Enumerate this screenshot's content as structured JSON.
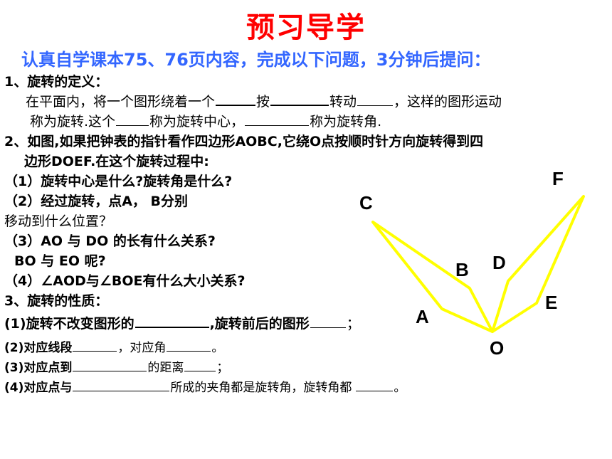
{
  "title": "预习导学",
  "instruction": "认真自学课本75、76页内容，完成以下问题，3分钟后提问：",
  "q1": {
    "heading": "1、旋转的定义：",
    "l1a": "在平面内，将一个图形绕着一个",
    "l1b": "按",
    "l1c": "转动",
    "l1d": "，这样的图形运动",
    "l2a": "称为旋转.这个",
    "l2b": "称为旋转中心，",
    "l2c": "称为旋转角."
  },
  "q2": {
    "intro1": "2、如图,如果把钟表的指针看作四边形AOBC,它绕O点按顺时针方向旋转得到四",
    "intro2": "边形DOEF.在这个旋转过程中:",
    "s1": "（1）旋转中心是什么?旋转角是什么?",
    "s2a": "（2）经过旋转，点A， B分别",
    "s2b": "移动到什么位置？",
    "s3a": "（3）AO 与 DO 的长有什么关系?",
    "s3b": "BO 与 EO 呢?",
    "s4": "（4）∠AOD与∠BOE有什么大小关系?"
  },
  "q3": {
    "heading": "3、旋转的性质：",
    "p1a": "(1)旋转不改变图形的",
    "p1b": ",旋转前后的图形",
    "p1c": "；",
    "p2a": "(2)对应线段",
    "p2b": "，对应角",
    "p2c": "。",
    "p3a": "(3)对应点到",
    "p3b": "的距离",
    "p3c": "；",
    "p4a": "(4)对应点与",
    "p4b": "所成的夹角都是旋转角，旋转角都",
    "p4c": "。"
  },
  "figure": {
    "stroke_color": "#ffff00",
    "labels": {
      "A": "A",
      "B": "B",
      "C": "C",
      "D": "D",
      "E": "E",
      "F": "F",
      "O": "O"
    }
  }
}
